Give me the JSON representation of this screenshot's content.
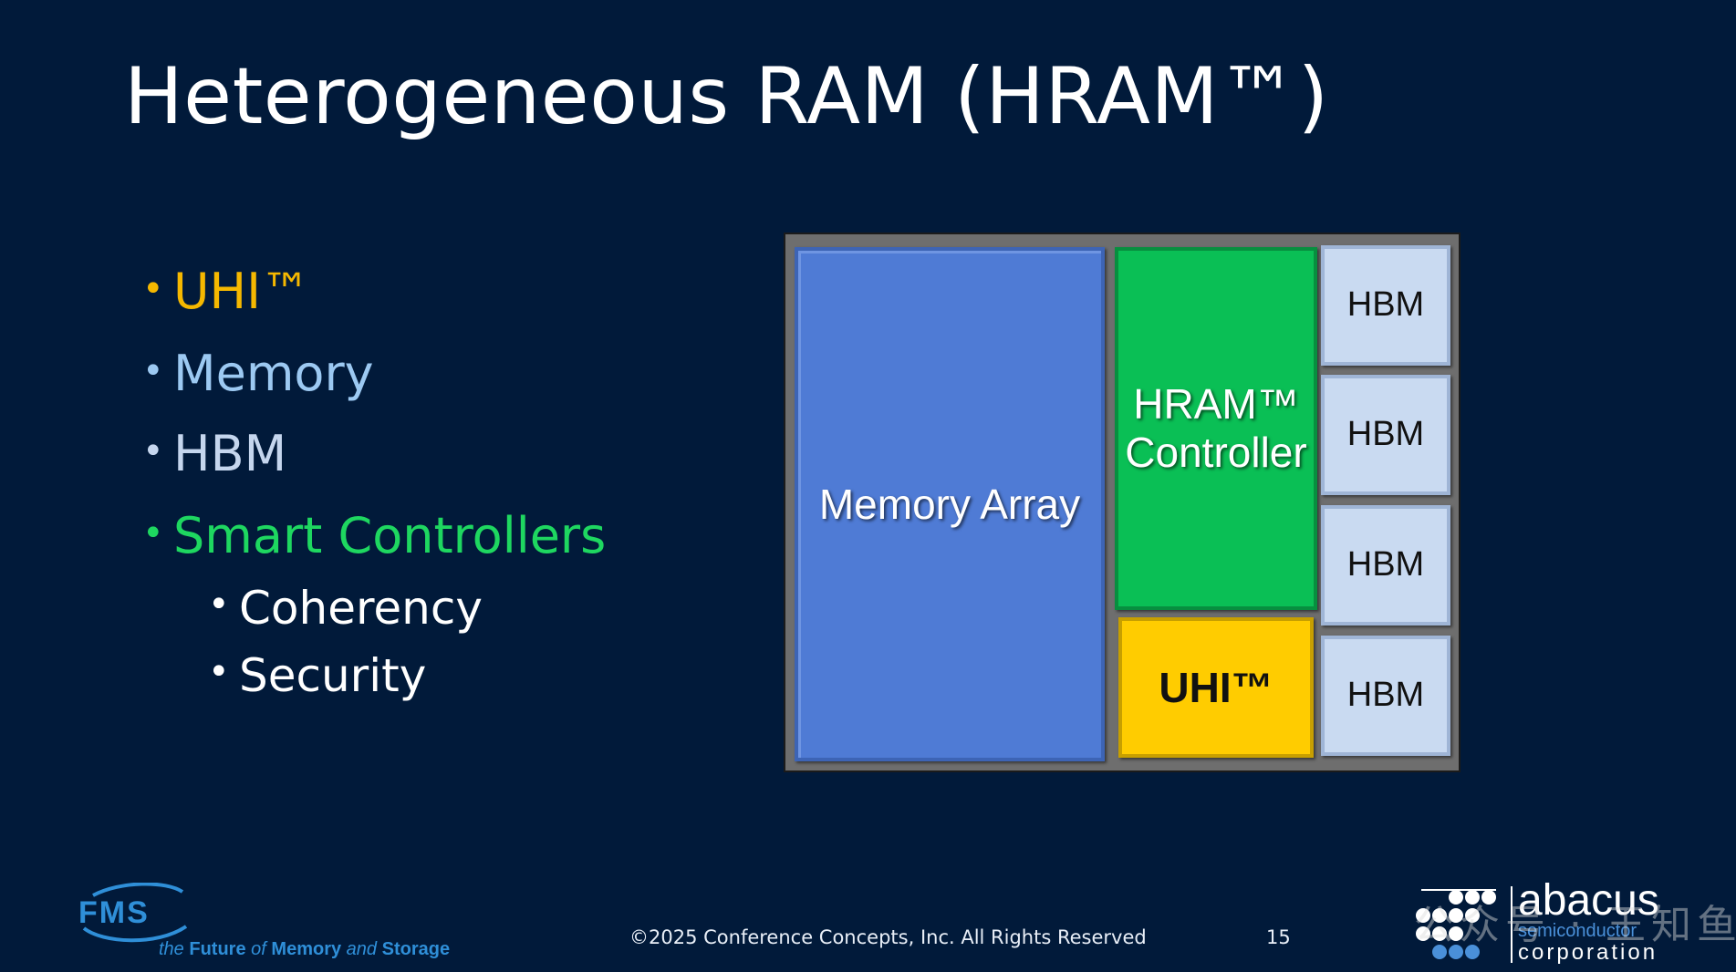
{
  "slide": {
    "title": "Heterogeneous RAM (HRAM™)",
    "bullets": [
      {
        "text": "UHI™",
        "color": "#f5b800"
      },
      {
        "text": "Memory",
        "color": "#9cc9f2"
      },
      {
        "text": "HBM",
        "color": "#c5d6ee"
      },
      {
        "text": "Smart Controllers",
        "color": "#1ed760"
      }
    ],
    "sub_bullets": [
      {
        "text": "Coherency"
      },
      {
        "text": "Security"
      }
    ],
    "bullet_glyph": "•"
  },
  "diagram": {
    "memory_array": "Memory Array",
    "controller_line1": "HRAM™",
    "controller_line2": "Controller",
    "uhi": "UHI™",
    "hbm_blocks": [
      "HBM",
      "HBM",
      "HBM",
      "HBM"
    ],
    "colors": {
      "memory_array": "#4f7bd5",
      "controller": "#0abf55",
      "uhi": "#ffcc00",
      "hbm": "#c9daf1",
      "frame": "#6e6e6e"
    }
  },
  "footer": {
    "fms_logo_text": "FMS",
    "fms_tagline_1": "the",
    "fms_tagline_2": "Future",
    "fms_tagline_3": "of",
    "fms_tagline_4": "Memory",
    "fms_tagline_5": "and",
    "fms_tagline_6": "Storage",
    "copyright": "©2025 Conference Concepts, Inc. All Rights Reserved",
    "page_number": "15",
    "abacus_name": "abacus",
    "abacus_sub1": "semiconductor",
    "abacus_sub2": "corporation",
    "watermark": "公众号 · 王知鱼"
  }
}
